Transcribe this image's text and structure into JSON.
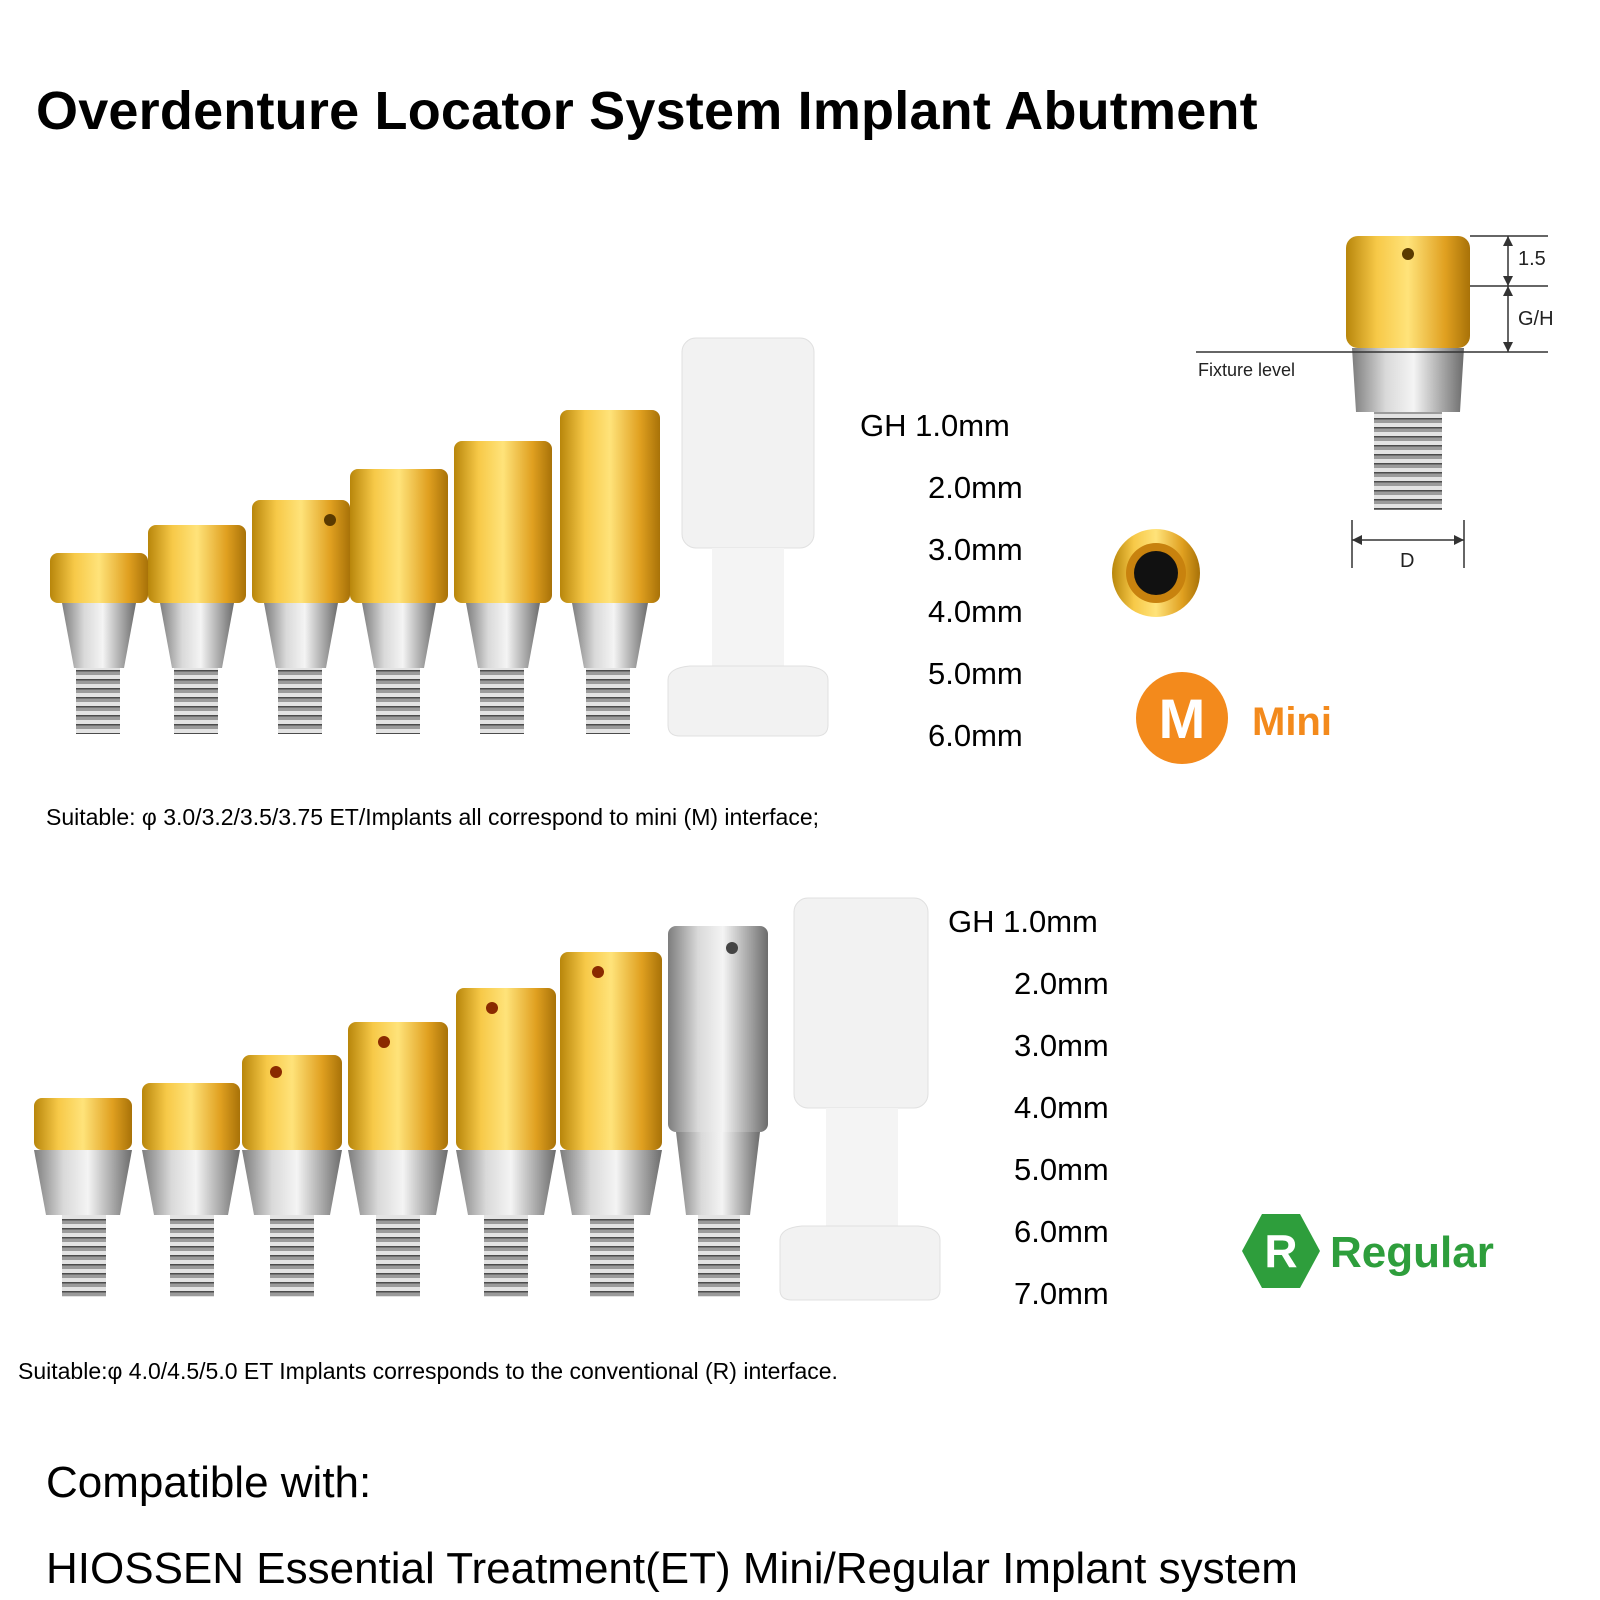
{
  "title": "Overdenture Locator System Implant Abutment",
  "mini": {
    "gh_lines": [
      "GH 1.0mm",
      "2.0mm",
      "3.0mm",
      "4.0mm",
      "5.0mm",
      "6.0mm"
    ],
    "badge_letter": "M",
    "badge_label": "Mini",
    "badge_color": "#f38a1c",
    "suitable": "Suitable: φ 3.0/3.2/3.5/3.75 ET/Implants all correspond to mini (M) interface;"
  },
  "regular": {
    "gh_lines": [
      "GH 1.0mm",
      "2.0mm",
      "3.0mm",
      "4.0mm",
      "5.0mm",
      "6.0mm",
      "7.0mm"
    ],
    "badge_letter": "R",
    "badge_label": "Regular",
    "badge_color": "#2e9e3c",
    "suitable": "Suitable:φ 4.0/4.5/5.0 ET Implants corresponds to the conventional (R) interface."
  },
  "diagram": {
    "dim_top": "1.5",
    "dim_gh": "G/H",
    "fixture_level": "Fixture level",
    "dim_d": "D"
  },
  "compatible_heading": "Compatible with:",
  "compatible_system": "HIOSSEN Essential Treatment(ET) Mini/Regular Implant system"
}
